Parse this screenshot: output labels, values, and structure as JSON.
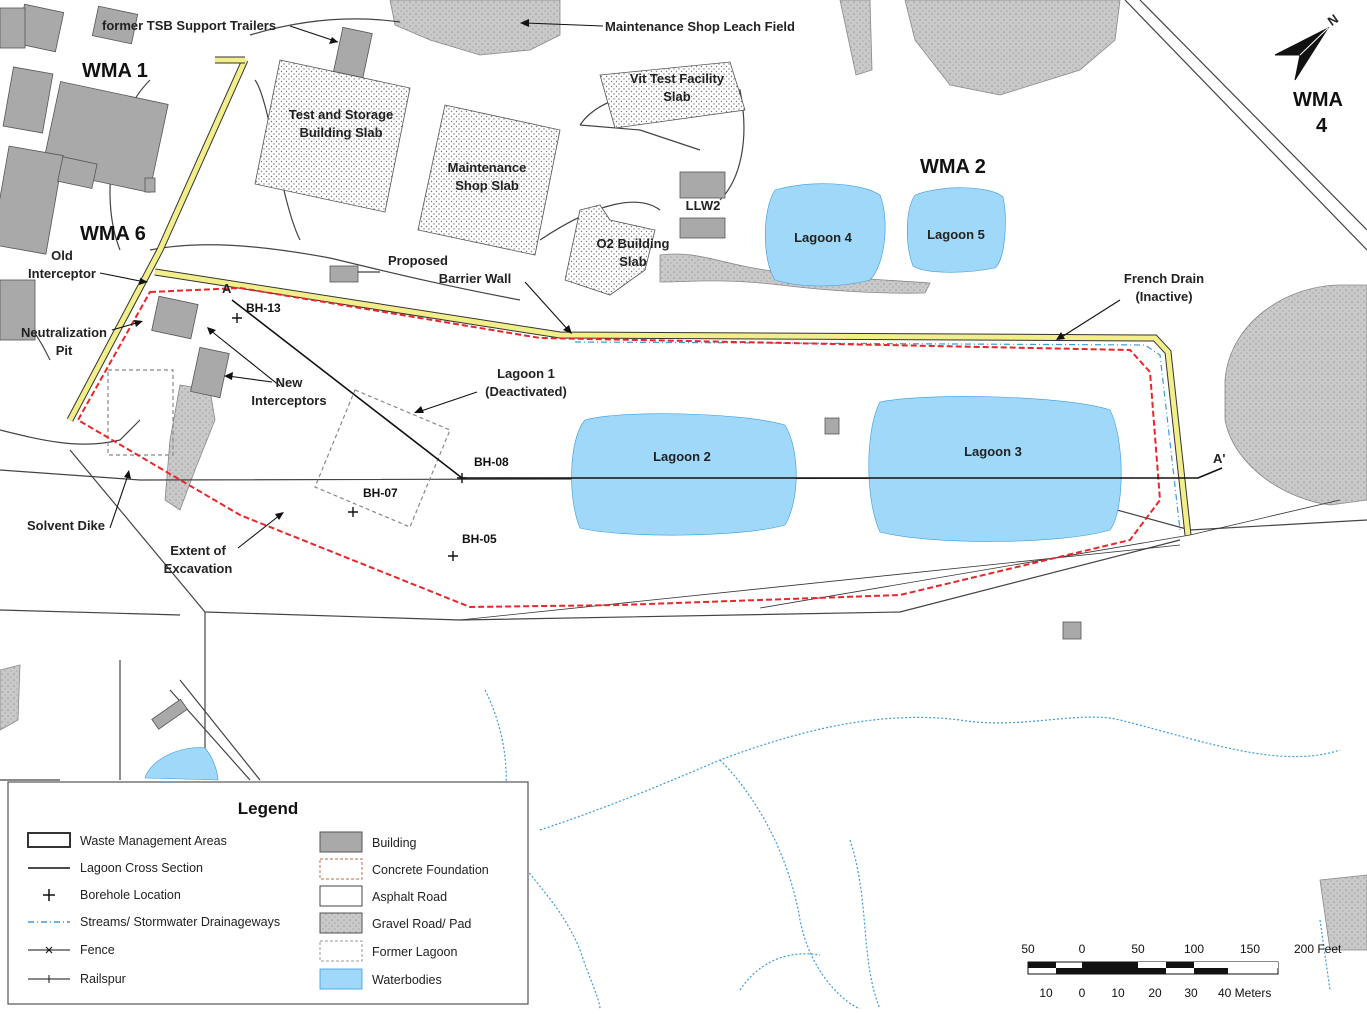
{
  "wma_labels": {
    "wma1": "WMA 1",
    "wma2": "WMA 2",
    "wma4a": "WMA",
    "wma4b": "4",
    "wma6": "WMA 6"
  },
  "north_label": "N",
  "structures": {
    "tsb_trailers": "former TSB Support Trailers",
    "leach_field": "Maintenance Shop Leach Field",
    "vit_test_1": "Vit Test Facility",
    "vit_test_2": "Slab",
    "test_storage_1": "Test and Storage",
    "test_storage_2": "Building Slab",
    "maint_shop_1": "Maintenance",
    "maint_shop_2": "Shop Slab",
    "llw2": "LLW2",
    "o2_building_1": "O2 Building",
    "o2_building_2": "Slab",
    "old_interceptor_1": "Old",
    "old_interceptor_2": "Interceptor",
    "neutralization_1": "Neutralization",
    "neutralization_2": "Pit",
    "proposed_wall_1": "Proposed",
    "proposed_wall_2": "Barrier Wall",
    "new_interceptors_1": "New",
    "new_interceptors_2": "Interceptors",
    "french_drain_1": "French Drain",
    "french_drain_2": "(Inactive)",
    "solvent_dike": "Solvent Dike",
    "excavation_1": "Extent of",
    "excavation_2": "Excavation"
  },
  "lagoons": {
    "l1a": "Lagoon 1",
    "l1b": "(Deactivated)",
    "l2": "Lagoon 2",
    "l3": "Lagoon 3",
    "l4": "Lagoon 4",
    "l5": "Lagoon 5"
  },
  "cross_section": {
    "start": "A",
    "end": "A'"
  },
  "boreholes": {
    "bh13": "BH-13",
    "bh08": "BH-08",
    "bh07": "BH-07",
    "bh05": "BH-05"
  },
  "legend": {
    "title": "Legend",
    "items": [
      "Waste Management Areas",
      "Lagoon Cross Section",
      "Borehole Location",
      "Streams/ Stormwater Drainageways",
      "Fence",
      "Railspur",
      "Building",
      "Concrete Foundation",
      "Asphalt Road",
      "Gravel Road/ Pad",
      "Former Lagoon",
      "Waterbodies"
    ]
  },
  "scale_bar": {
    "feet_ticks": [
      "50",
      "0",
      "50",
      "100",
      "150"
    ],
    "feet_end": "200 Feet",
    "meter_ticks": [
      "10",
      "0",
      "10",
      "20",
      "30"
    ],
    "meter_end": "40 Meters"
  },
  "colors": {
    "water": "#9fd8f8",
    "building": "#a9a9a9",
    "gravel": "#cccccc",
    "yellow_drain": "#f2ef8a",
    "excavation": "#e8262b",
    "stream": "#3a9be0",
    "concrete": "#c88a6a"
  }
}
